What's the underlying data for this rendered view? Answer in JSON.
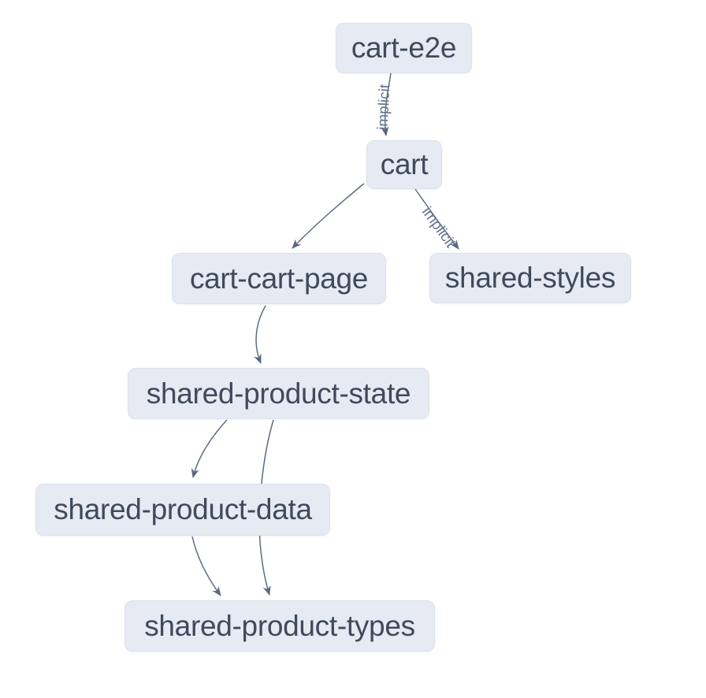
{
  "diagram": {
    "kind": "project-dependency-graph",
    "colors": {
      "background": "#ffffff",
      "node_fill": "#e6eaf2",
      "node_border": "#dce1ec",
      "node_text": "#3f4a5c",
      "edge": "#5f6b84",
      "edge_label": "#64748b"
    },
    "nodes": [
      {
        "id": "cart-e2e",
        "label": "cart-e2e"
      },
      {
        "id": "cart",
        "label": "cart"
      },
      {
        "id": "cart-cart-page",
        "label": "cart-cart-page"
      },
      {
        "id": "shared-styles",
        "label": "shared-styles"
      },
      {
        "id": "shared-product-state",
        "label": "shared-product-state"
      },
      {
        "id": "shared-product-data",
        "label": "shared-product-data"
      },
      {
        "id": "shared-product-types",
        "label": "shared-product-types"
      }
    ],
    "edges": [
      {
        "from": "cart-e2e",
        "to": "cart",
        "label": "implicit"
      },
      {
        "from": "cart",
        "to": "cart-cart-page"
      },
      {
        "from": "cart",
        "to": "shared-styles",
        "label": "implicit"
      },
      {
        "from": "cart-cart-page",
        "to": "shared-product-state"
      },
      {
        "from": "shared-product-state",
        "to": "shared-product-data"
      },
      {
        "from": "shared-product-state",
        "to": "shared-product-types"
      },
      {
        "from": "shared-product-data",
        "to": "shared-product-types"
      }
    ]
  }
}
